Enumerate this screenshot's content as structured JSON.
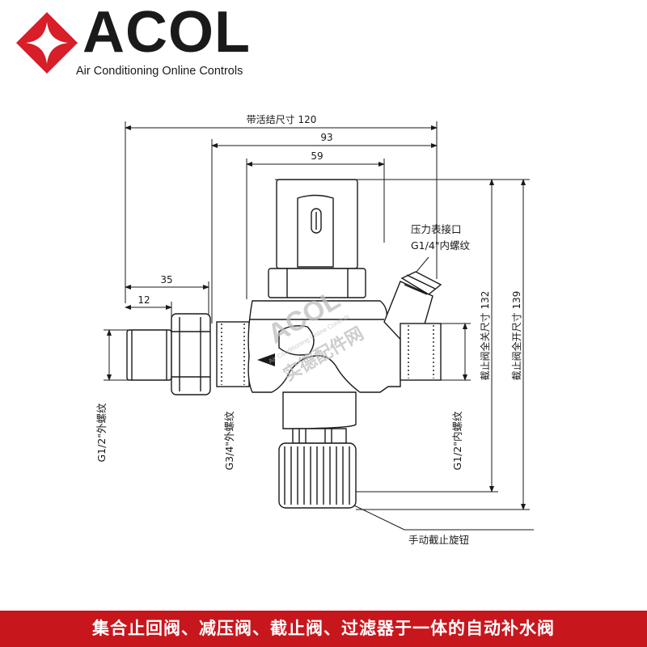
{
  "brand": {
    "name": "ACOL",
    "tagline": "Air Conditioning Online Controls",
    "accent_color": "#d81e28"
  },
  "diagram": {
    "dimensions": {
      "overall_with_union": "带活结尺寸 120",
      "body_length": "93",
      "cover_width": "59",
      "union_length": "35",
      "union_thread_length": "12",
      "height_closed": "截止阀全关尺寸 132",
      "height_open": "截止阀全开尺寸 139"
    },
    "callouts": {
      "gauge_port_line1": "压力表接口",
      "gauge_port_line2": "G1/4\"内螺纹",
      "union_thread": "G1/2\"外螺纹",
      "inlet_thread": "G3/4\"外螺纹",
      "outlet_thread": "G1/2\"内螺纹",
      "knob": "手动截止旋钮"
    },
    "watermark": {
      "brand": "ACOL",
      "tagline": "Air Conditioning Online Controls",
      "chinese": "实德配件网"
    }
  },
  "footer": {
    "caption": "集合止回阀、减压阀、截止阀、过滤器于一体的自动补水阀"
  }
}
